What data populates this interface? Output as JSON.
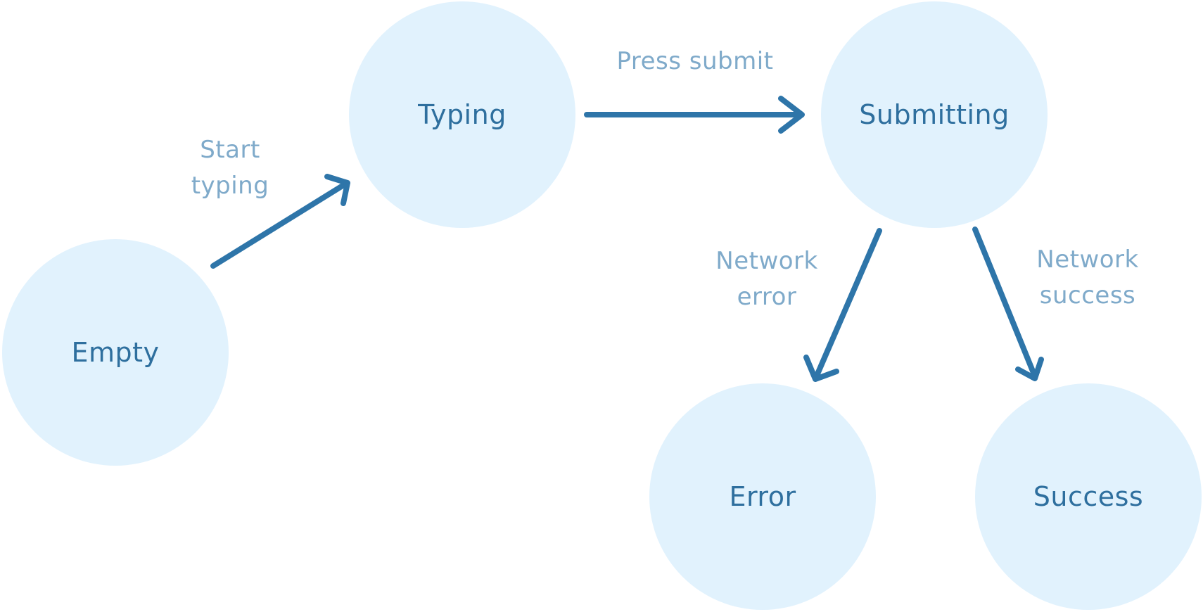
{
  "diagram": {
    "type": "state-machine",
    "colors": {
      "background": "#ffffff",
      "node_fill": "#e1f2fd",
      "node_text": "#2e6f9e",
      "arrow": "#2e75a9",
      "edge_label": "#7faaca"
    },
    "states": [
      {
        "id": "empty",
        "label": "Empty"
      },
      {
        "id": "typing",
        "label": "Typing"
      },
      {
        "id": "submitting",
        "label": "Submitting"
      },
      {
        "id": "error",
        "label": "Error"
      },
      {
        "id": "success",
        "label": "Success"
      }
    ],
    "transitions": [
      {
        "from": "empty",
        "to": "typing",
        "label": "Start typing"
      },
      {
        "from": "typing",
        "to": "submitting",
        "label": "Press submit"
      },
      {
        "from": "submitting",
        "to": "error",
        "label": "Network error"
      },
      {
        "from": "submitting",
        "to": "success",
        "label": "Network success"
      }
    ]
  }
}
